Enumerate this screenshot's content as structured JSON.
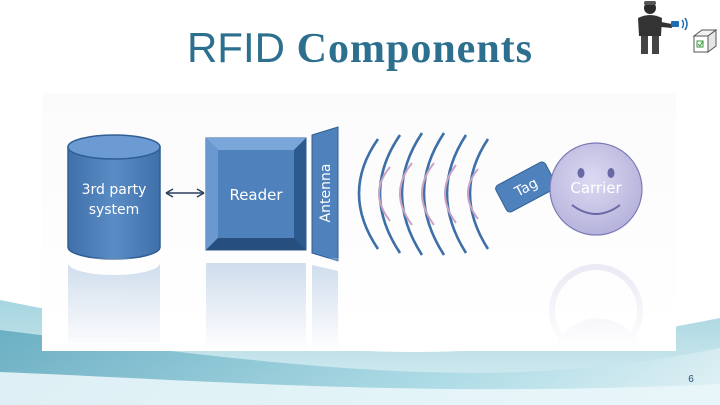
{
  "slide": {
    "title_word1": "RFID",
    "title_word2": "Components",
    "page_number": "6"
  },
  "diagram": {
    "database_label_line1": "3rd party",
    "database_label_line2": "system",
    "reader_label": "Reader",
    "antenna_label": "Antenna",
    "tag_label": "Tag",
    "carrier_label": "Carrier"
  },
  "colors": {
    "title": "#2d6f8e",
    "component_fill": "#4f81bd",
    "component_dark": "#2f5f94",
    "carrier_fill": "#c7c5e6",
    "wave_blue": "#3d6fa8",
    "wave_pink": "#c9a3c4"
  },
  "icons": {
    "logo": "worker-with-rfid-scanner-and-box-icon"
  }
}
